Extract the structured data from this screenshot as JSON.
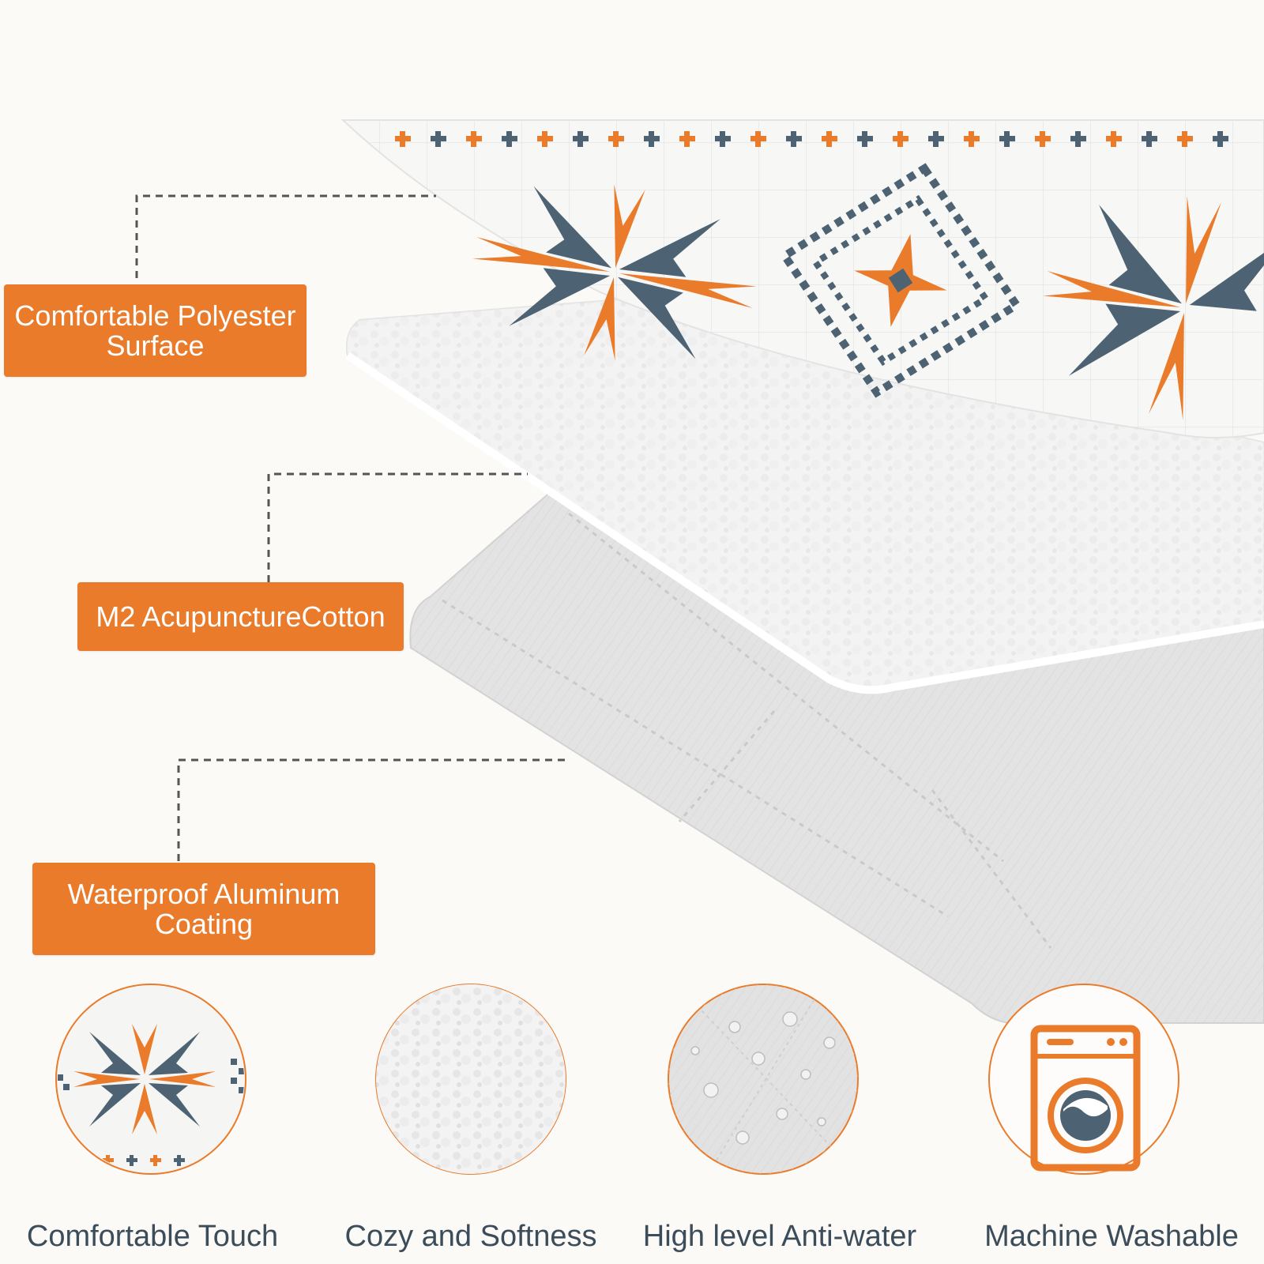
{
  "layers": [
    {
      "line1": "Comfortable Polyester",
      "line2": "Surface"
    },
    {
      "line1": "M2 AcupunctureCotton"
    },
    {
      "line1": "Waterproof Aluminum",
      "line2": "Coating"
    }
  ],
  "features": [
    {
      "caption": "Comfortable Touch",
      "icon": "aztec-star-icon"
    },
    {
      "caption": "Cozy and Softness",
      "icon": "cotton-texture-icon"
    },
    {
      "caption": "High level Anti-water",
      "icon": "water-droplets-icon"
    },
    {
      "caption": "Machine Washable",
      "icon": "washing-machine-icon"
    }
  ],
  "colors": {
    "accent": "#e97b2a",
    "slate": "#4d6272",
    "background": "#fcfaf7"
  }
}
